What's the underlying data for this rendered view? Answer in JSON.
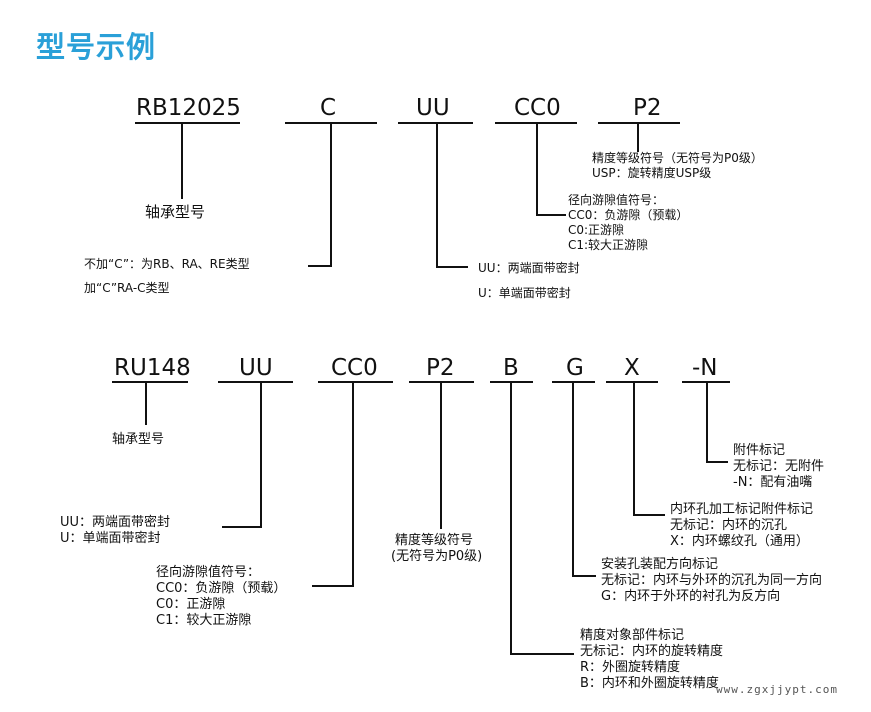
{
  "title": "型号示例",
  "example1": {
    "codes": [
      "RB12025",
      "C",
      "UU",
      "CC0",
      "P2"
    ],
    "notes": {
      "model": "轴承型号",
      "c_line1": "不加“C”：为RB、RA、RE类型",
      "c_line2": "加“C”RA-C类型",
      "uu_line1": "UU：两端面带密封",
      "uu_line2": "U：单端面带密封",
      "cc0_line1": "径向游隙值符号：",
      "cc0_line2": "CC0：负游隙（预载）",
      "cc0_line3": "C0:正游隙",
      "cc0_line4": "C1:较大正游隙",
      "p2_line1": "精度等级符号（无符号为P0级）",
      "p2_line2": "USP：旋转精度USP级"
    }
  },
  "example2": {
    "codes": [
      "RU148",
      "UU",
      "CC0",
      "P2",
      "B",
      "G",
      "X",
      "-N"
    ],
    "notes": {
      "model": "轴承型号",
      "uu_line1": "UU：两端面带密封",
      "uu_line2": "U：单端面带密封",
      "cc0_line1": "径向游隙值符号：",
      "cc0_line2": "CC0：负游隙（预载）",
      "cc0_line3": "C0：正游隙",
      "cc0_line4": "C1：较大正游隙",
      "p2_line1": "精度等级符号",
      "p2_line2": "(无符号为P0级)",
      "b_line1": "精度对象部件标记",
      "b_line2": "无标记：内环的旋转精度",
      "b_line3": "R：外圈旋转精度",
      "b_line4": "B：内环和外圈旋转精度",
      "g_line1": "安装孔装配方向标记",
      "g_line2": "无标记：内环与外环的沉孔为同一方向",
      "g_line3": "G：内环于外环的衬孔为反方向",
      "x_line1": "内环孔加工标记附件标记",
      "x_line2": "无标记：内环的沉孔",
      "x_line3": "X：内环螺纹孔（通用）",
      "n_line1": "附件标记",
      "n_line2": "无标记：无附件",
      "n_line3": "-N：配有油嘴"
    }
  },
  "watermark": "www.zgxjjypt.com"
}
